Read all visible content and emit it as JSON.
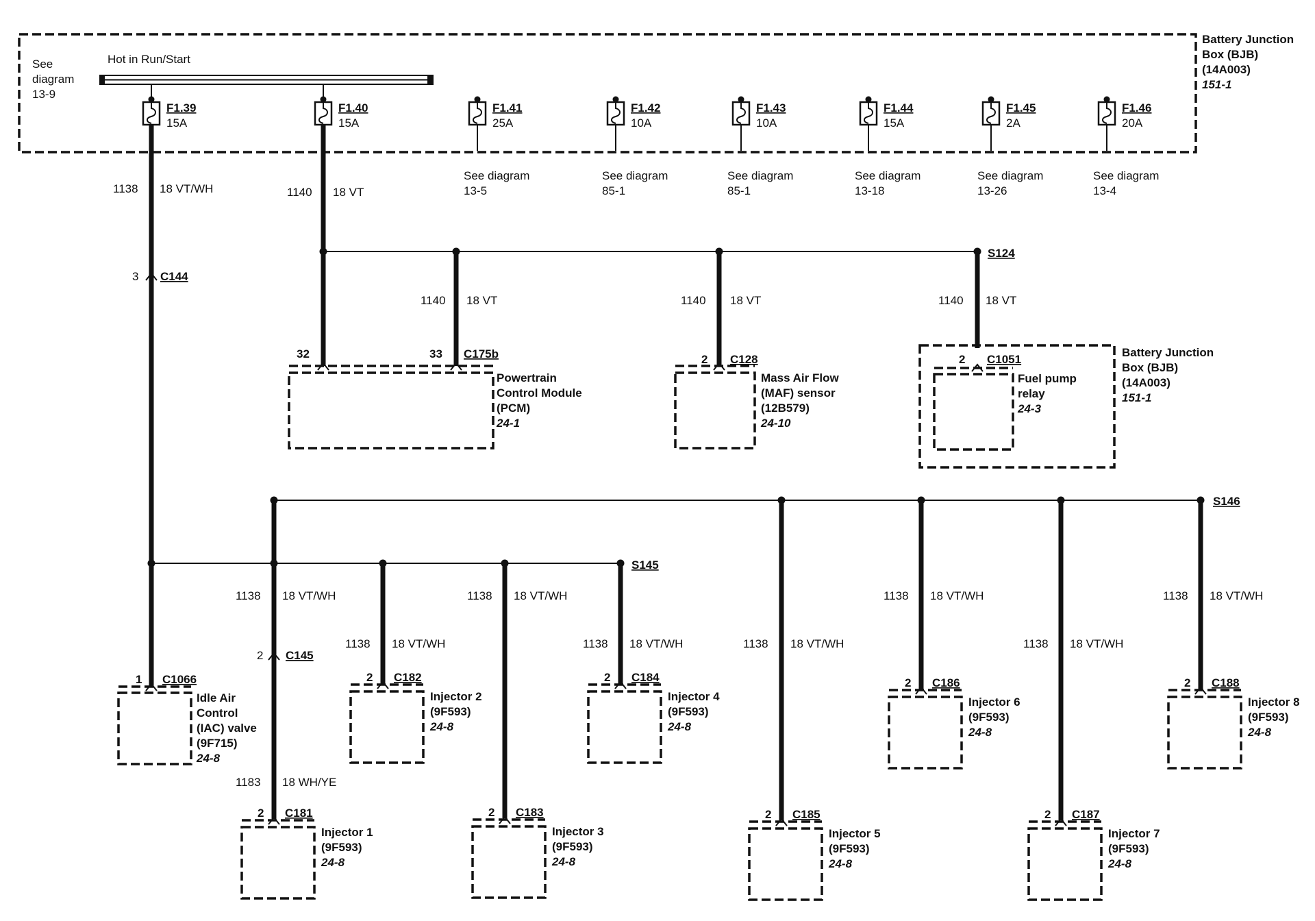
{
  "bjb_top": {
    "name_lines": [
      "Battery Junction",
      "Box (BJB)",
      "(14A003)"
    ],
    "ref": "151-1",
    "see_diagram_lines": [
      "See",
      "diagram",
      "13-9"
    ],
    "busbar_label": "Hot in Run/Start",
    "fuses": [
      {
        "id": "F1.39",
        "rating": "15A"
      },
      {
        "id": "F1.40",
        "rating": "15A"
      },
      {
        "id": "F1.41",
        "rating": "25A",
        "see": [
          "See diagram",
          "13-5"
        ]
      },
      {
        "id": "F1.42",
        "rating": "10A",
        "see": [
          "See diagram",
          "85-1"
        ]
      },
      {
        "id": "F1.43",
        "rating": "10A",
        "see": [
          "See diagram",
          "85-1"
        ]
      },
      {
        "id": "F1.44",
        "rating": "15A",
        "see": [
          "See diagram",
          "13-18"
        ]
      },
      {
        "id": "F1.45",
        "rating": "2A",
        "see": [
          "See diagram",
          "13-26"
        ]
      },
      {
        "id": "F1.46",
        "rating": "20A",
        "see": [
          "See diagram",
          "13-4"
        ]
      }
    ]
  },
  "wires": {
    "w1138_top": {
      "circuit": "1138",
      "gauge": "18  VT/WH"
    },
    "w1140_top": {
      "circuit": "1140",
      "gauge": "18  VT"
    },
    "w1140_pcm33": {
      "circuit": "1140",
      "gauge": "18  VT"
    },
    "w1140_maf": {
      "circuit": "1140",
      "gauge": "18  VT"
    },
    "w1140_relay": {
      "circuit": "1140",
      "gauge": "18  VT"
    },
    "w1138_c145": {
      "circuit": "1138",
      "gauge": "18  VT/WH"
    },
    "w1138_inj2": {
      "circuit": "1138",
      "gauge": "18  VT/WH"
    },
    "w1138_inj3": {
      "circuit": "1138",
      "gauge": "18  VT/WH"
    },
    "w1138_inj4": {
      "circuit": "1138",
      "gauge": "18  VT/WH"
    },
    "w1138_inj5": {
      "circuit": "1138",
      "gauge": "18  VT/WH"
    },
    "w1138_inj6": {
      "circuit": "1138",
      "gauge": "18  VT/WH"
    },
    "w1138_inj7": {
      "circuit": "1138",
      "gauge": "18  VT/WH"
    },
    "w1138_inj8": {
      "circuit": "1138",
      "gauge": "18  VT/WH"
    },
    "w1183_inj1": {
      "circuit": "1183",
      "gauge": "18  WH/YE"
    }
  },
  "splices": {
    "s124": "S124",
    "s145": "S145",
    "s146": "S146"
  },
  "connectors": {
    "c144": {
      "id": "C144",
      "pin": "3"
    },
    "c175b": {
      "id": "C175b",
      "pin_a": "32",
      "pin_b": "33"
    },
    "c128": {
      "id": "C128",
      "pin": "2"
    },
    "c1051": {
      "id": "C1051",
      "pin": "2"
    },
    "c1066": {
      "id": "C1066",
      "pin": "1"
    },
    "c145": {
      "id": "C145",
      "pin": "2"
    },
    "c182": {
      "id": "C182",
      "pin": "2"
    },
    "c184": {
      "id": "C184",
      "pin": "2"
    },
    "c186": {
      "id": "C186",
      "pin": "2"
    },
    "c188": {
      "id": "C188",
      "pin": "2"
    },
    "c181": {
      "id": "C181",
      "pin": "2"
    },
    "c183": {
      "id": "C183",
      "pin": "2"
    },
    "c185": {
      "id": "C185",
      "pin": "2"
    },
    "c187": {
      "id": "C187",
      "pin": "2"
    }
  },
  "components": {
    "pcm": {
      "lines": [
        "Powertrain",
        "Control Module",
        "(PCM)"
      ],
      "ref": "24-1"
    },
    "maf": {
      "lines": [
        "Mass Air Flow",
        "(MAF) sensor",
        "(12B579)"
      ],
      "ref": "24-10"
    },
    "relay": {
      "lines": [
        "Fuel pump",
        "relay"
      ],
      "ref": "24-3"
    },
    "bjb_right": {
      "lines": [
        "Battery Junction",
        "Box (BJB)",
        "(14A003)"
      ],
      "ref": "151-1"
    },
    "iac": {
      "lines": [
        "Idle Air",
        "Control",
        "(IAC) valve",
        "(9F715)"
      ],
      "ref": "24-8"
    },
    "inj1": {
      "lines": [
        "Injector 1",
        "(9F593)"
      ],
      "ref": "24-8"
    },
    "inj2": {
      "lines": [
        "Injector 2",
        "(9F593)"
      ],
      "ref": "24-8"
    },
    "inj3": {
      "lines": [
        "Injector 3",
        "(9F593)"
      ],
      "ref": "24-8"
    },
    "inj4": {
      "lines": [
        "Injector 4",
        "(9F593)"
      ],
      "ref": "24-8"
    },
    "inj5": {
      "lines": [
        "Injector 5",
        "(9F593)"
      ],
      "ref": "24-8"
    },
    "inj6": {
      "lines": [
        "Injector 6",
        "(9F593)"
      ],
      "ref": "24-8"
    },
    "inj7": {
      "lines": [
        "Injector 7",
        "(9F593)"
      ],
      "ref": "24-8"
    },
    "inj8": {
      "lines": [
        "Injector 8",
        "(9F593)"
      ],
      "ref": "24-8"
    }
  }
}
